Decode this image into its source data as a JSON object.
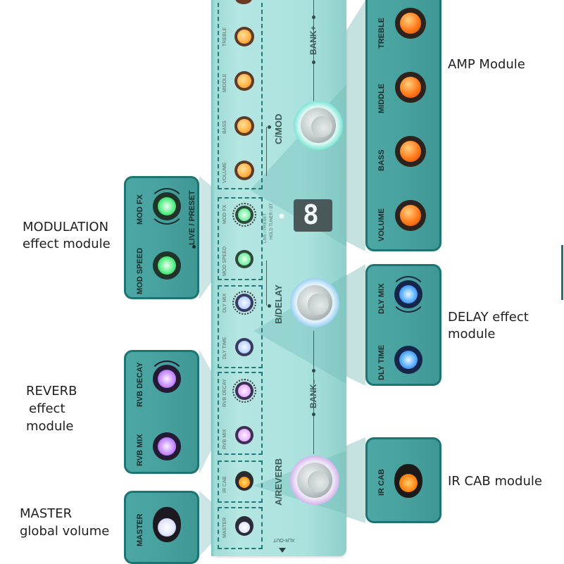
{
  "pedal": {
    "switches": [
      {
        "label": "C/MOD",
        "ring_color": "#7ee6d6"
      },
      {
        "label": "B/DELAY",
        "ring_color": "#9ad2f2"
      },
      {
        "label": "A/REVERB",
        "ring_color": "#d4b6ec"
      }
    ],
    "bank_up_label": "BANK+",
    "bank_down_label": "BANK–",
    "display_digit": "8",
    "side_labels": {
      "live_preset": "LIVE / PRESET",
      "hold_tuner": "HOLD TUNER / BT"
    },
    "output_label": "XLR-OUT",
    "knobs": {
      "amp": [
        "TREBLE",
        "MIDDLE",
        "BASS",
        "VOLUME"
      ],
      "modulation": [
        "MOD FX",
        "MOD SPEED"
      ],
      "delay": [
        "DLY MIX",
        "DLY TIME"
      ],
      "reverb": [
        "RVB DECAY",
        "RVB MIX"
      ],
      "ir_cab": [
        "IR CAB"
      ],
      "master": [
        "MASTER"
      ]
    }
  },
  "callouts": {
    "amp": {
      "caption": "AMP Module",
      "knobs": [
        "TREBLE",
        "MIDDLE",
        "BASS",
        "VOLUME"
      ],
      "led_color": "#ff7a1a"
    },
    "modulation": {
      "caption_line1": "MODULATION",
      "caption_line2": "effect module",
      "knobs": [
        "MOD FX",
        "MOD SPEED"
      ],
      "side_label": "LIVE / PRESET",
      "led_color": "#3ef07a"
    },
    "delay": {
      "caption_line1": "DELAY effect",
      "caption_line2": "module",
      "knobs": [
        "DLY MIX",
        "DLY TIME"
      ],
      "led_color": "#4aa8ff"
    },
    "reverb": {
      "caption_line1": "REVERB",
      "caption_line2": "effect",
      "caption_line3": "module",
      "knobs": [
        "RVB DECAY",
        "RVB MIX"
      ],
      "led_color": "#c07aff"
    },
    "ir_cab": {
      "caption": "IR CAB module",
      "knobs": [
        "IR CAB"
      ],
      "led_color": "#ff8a1a"
    },
    "master": {
      "caption_line1": "MASTER",
      "caption_line2": "global volume",
      "knobs": [
        "MASTER"
      ],
      "led_color": "#e8ecff"
    }
  }
}
